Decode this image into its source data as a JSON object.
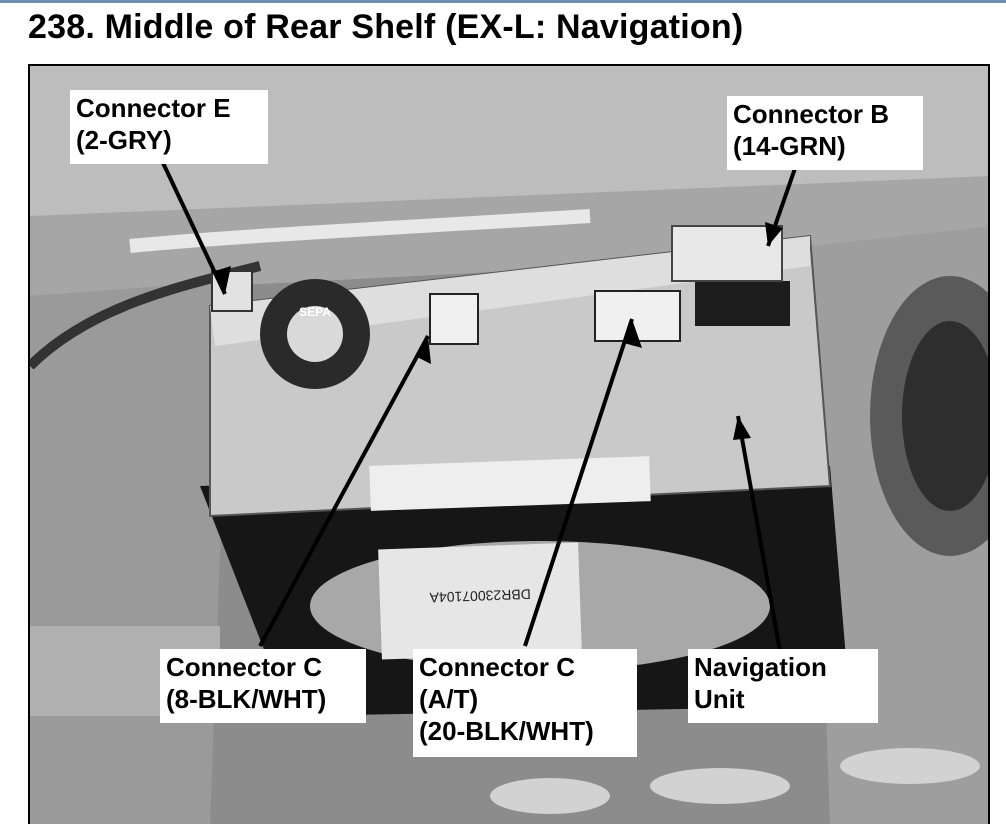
{
  "title": "238. Middle of Rear Shelf (EX-L: Navigation)",
  "photo": {
    "fan_label": "SEPA",
    "unit_sticker_code": "DBR23007104A"
  },
  "callouts": {
    "connector_e": {
      "line1": "Connector E",
      "line2": "(2-GRY)"
    },
    "connector_b": {
      "line1": "Connector B",
      "line2": "(14-GRN)"
    },
    "connector_c_8": {
      "line1": "Connector C",
      "line2": "(8-BLK/WHT)"
    },
    "connector_c_20": {
      "line1": "Connector C",
      "line2": "(A/T)",
      "line3": "(20-BLK/WHT)"
    },
    "navigation_unit": {
      "line1": "Navigation",
      "line2": "Unit"
    }
  },
  "colors": {
    "photo_background": "#8a8a8a",
    "unit_silver": "#c9c9c9",
    "tray_black": "#161616",
    "arrow": "#000000",
    "label_background": "#ffffff"
  }
}
